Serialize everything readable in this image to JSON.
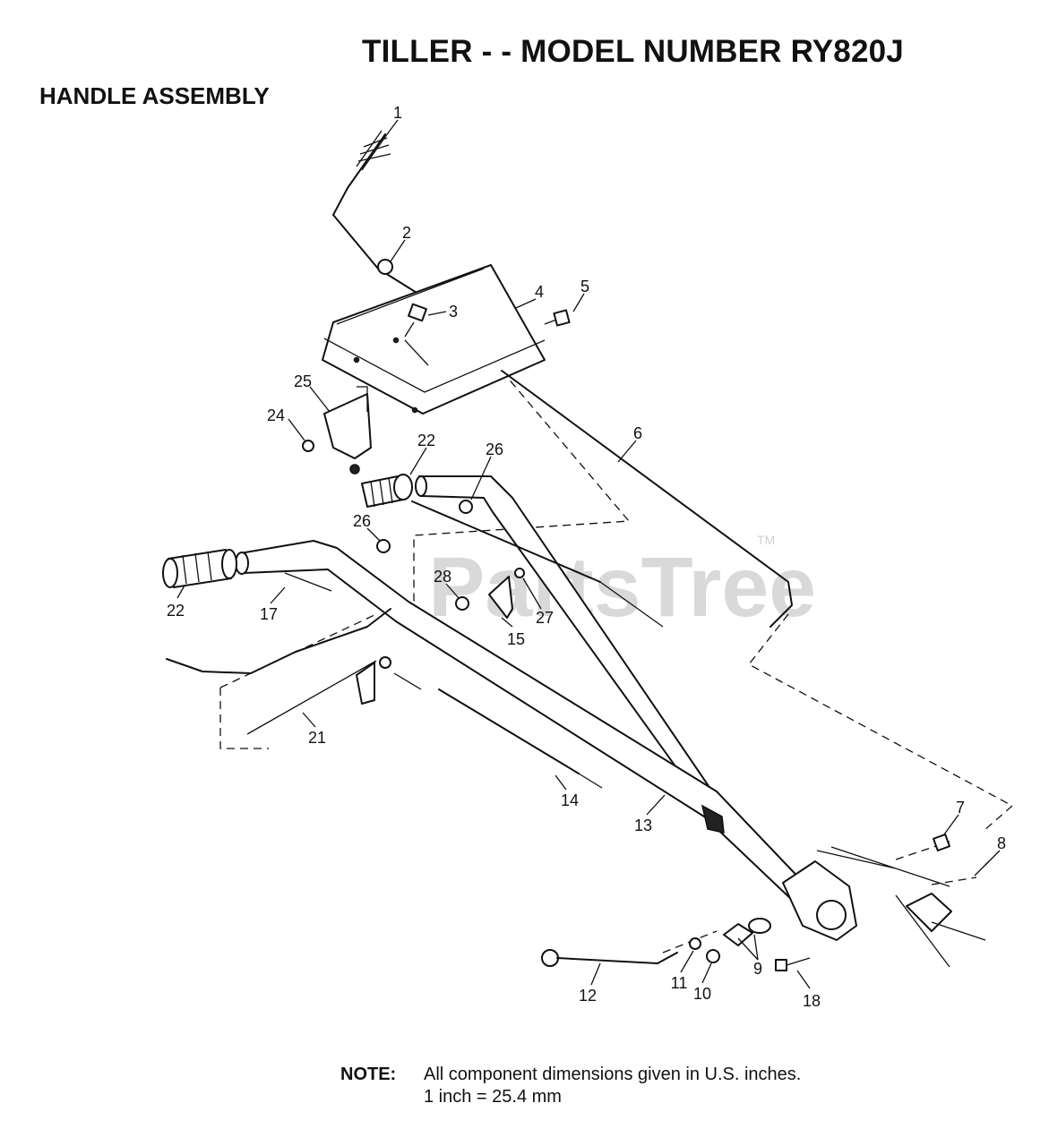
{
  "header": {
    "title": "TILLER - - MODEL NUMBER RY820J",
    "subtitle": "HANDLE ASSEMBLY"
  },
  "watermark": {
    "text": "PartsTree",
    "trademark": "TM"
  },
  "callouts": [
    {
      "id": "c1",
      "label": "1"
    },
    {
      "id": "c2",
      "label": "2"
    },
    {
      "id": "c3",
      "label": "3"
    },
    {
      "id": "c4",
      "label": "4"
    },
    {
      "id": "c5",
      "label": "5"
    },
    {
      "id": "c6",
      "label": "6"
    },
    {
      "id": "c7",
      "label": "7"
    },
    {
      "id": "c8",
      "label": "8"
    },
    {
      "id": "c9",
      "label": "9"
    },
    {
      "id": "c10",
      "label": "10"
    },
    {
      "id": "c11",
      "label": "11"
    },
    {
      "id": "c12",
      "label": "12"
    },
    {
      "id": "c13",
      "label": "13"
    },
    {
      "id": "c14",
      "label": "14"
    },
    {
      "id": "c15",
      "label": "15"
    },
    {
      "id": "c17",
      "label": "17"
    },
    {
      "id": "c18",
      "label": "18"
    },
    {
      "id": "c21",
      "label": "21"
    },
    {
      "id": "c22a",
      "label": "22"
    },
    {
      "id": "c22b",
      "label": "22"
    },
    {
      "id": "c24",
      "label": "24"
    },
    {
      "id": "c25",
      "label": "25"
    },
    {
      "id": "c26a",
      "label": "26"
    },
    {
      "id": "c26b",
      "label": "26"
    },
    {
      "id": "c27",
      "label": "27"
    },
    {
      "id": "c28",
      "label": "28"
    }
  ],
  "note": {
    "label": "NOTE:",
    "line1": "All component dimensions given in U.S. inches.",
    "line2": "1 inch = 25.4 mm"
  }
}
